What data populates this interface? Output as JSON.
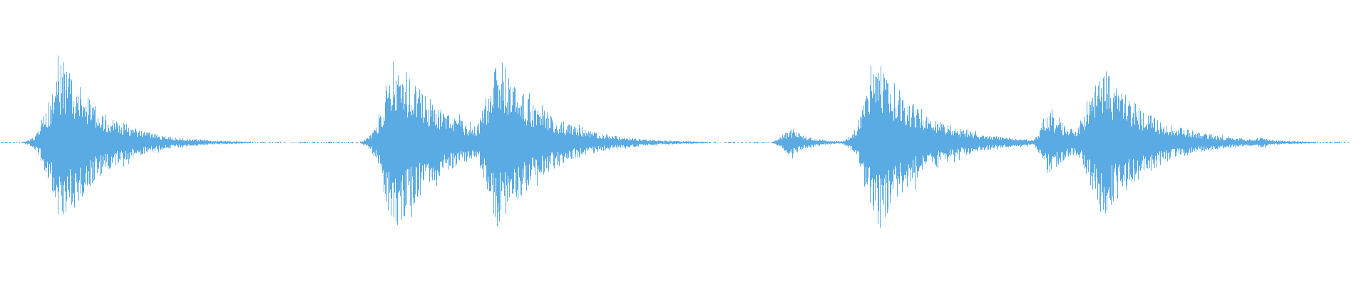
{
  "waveform": {
    "color": "#5aabe3",
    "background": "#ffffff",
    "bursts": [
      {
        "peak_time": 0.047,
        "amplitude": 0.92,
        "attack": 0.01,
        "decay": 0.03
      },
      {
        "peak_time": 0.29,
        "amplitude": 1.0,
        "attack": 0.009,
        "decay": 0.033
      },
      {
        "peak_time": 0.366,
        "amplitude": 0.94,
        "attack": 0.01,
        "decay": 0.033
      },
      {
        "peak_time": 0.578,
        "amplitude": 0.15,
        "attack": 0.006,
        "decay": 0.014
      },
      {
        "peak_time": 0.643,
        "amplitude": 0.93,
        "attack": 0.01,
        "decay": 0.033
      },
      {
        "peak_time": 0.767,
        "amplitude": 0.34,
        "attack": 0.006,
        "decay": 0.02
      },
      {
        "peak_time": 0.808,
        "amplitude": 0.8,
        "attack": 0.012,
        "decay": 0.035
      },
      {
        "peak_time": 0.922,
        "amplitude": 0.06,
        "attack": 0.005,
        "decay": 0.012
      }
    ],
    "noise_floor": 0.006,
    "visible_range": [
      0.0,
      0.985
    ]
  }
}
